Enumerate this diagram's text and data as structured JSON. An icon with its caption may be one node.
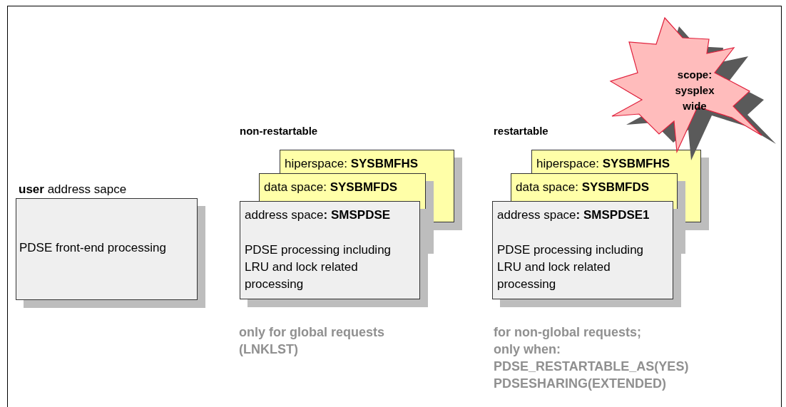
{
  "diagram": {
    "nodes": [
      {
        "text": [
          "**user** address sapce",
          "PDSE front-end processing"
        ]
      },
      {
        "text": [
          "hiperspace: **SYSBMFHS**"
        ]
      },
      {
        "text": [
          "data space: **SYSBMFDS**"
        ]
      },
      {
        "text": [
          "address space**: SMSPDSE**",
          "PDSE processing including LRU and lock related processing"
        ]
      },
      {
        "text": [
          "hiperspace: **SYSBMFHS**"
        ]
      },
      {
        "text": [
          "data space: **SYSBMFDS**"
        ]
      },
      {
        "text": [
          "address space**: SMSPDSE1**",
          "PDSE processing including LRU and lock related processing"
        ]
      },
      {
        "text": [
          "scope: sysplex wide"
        ]
      }
    ],
    "labels": [
      "non-restartable",
      "restartable",
      "only for global requests (LNKLST)",
      "for non-global requests;",
      "only when:",
      "PDSE_RESTARTABLE_AS(YES)",
      "PDSESHARING(EXTENDED)"
    ]
  }
}
